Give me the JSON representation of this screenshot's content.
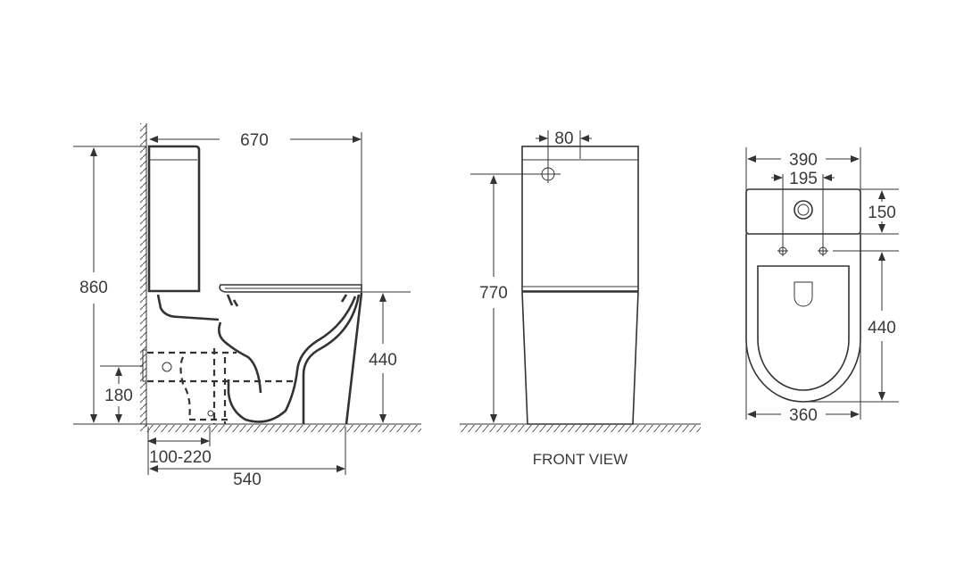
{
  "side_view": {
    "dims": {
      "overall_depth": "670",
      "overall_height": "860",
      "seat_height": "440",
      "outlet_height": "180",
      "outlet_offset": "100-220",
      "base_depth": "540"
    }
  },
  "front_view": {
    "caption": "FRONT VIEW",
    "dims": {
      "button_offset": "80",
      "button_height": "770"
    }
  },
  "top_view": {
    "dims": {
      "tank_width": "390",
      "fixing_spacing": "195",
      "tank_depth": "150",
      "bowl_length": "440",
      "bowl_width": "360"
    }
  },
  "colors": {
    "line": "#333333",
    "text": "#3a3a3a",
    "background": "#ffffff"
  }
}
